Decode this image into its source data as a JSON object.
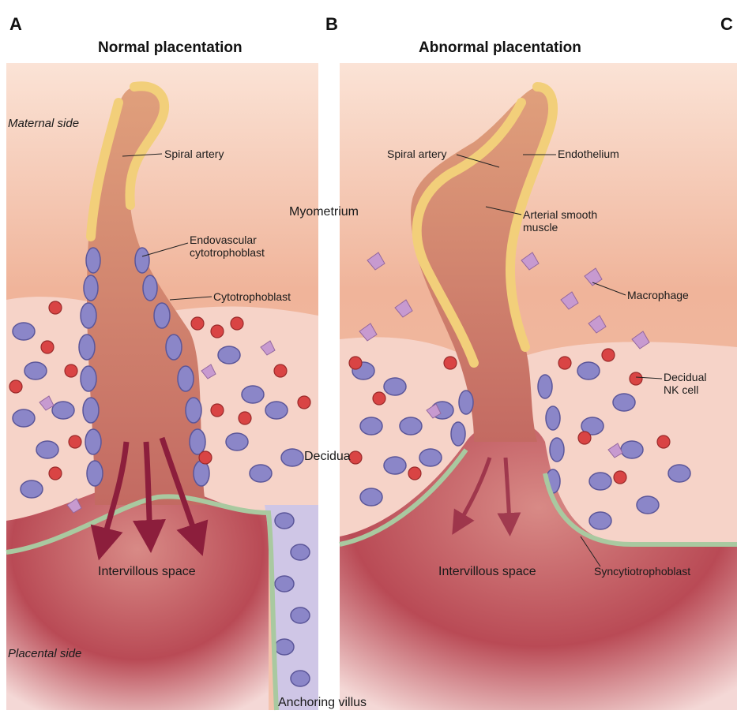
{
  "panels": [
    {
      "letter": "A",
      "title": "Normal placentation"
    },
    {
      "letter": "B",
      "title": "Abnormal placentation"
    },
    {
      "letter": "C",
      "title": ""
    }
  ],
  "labels": {
    "maternal_side": "Maternal side",
    "placental_side": "Placental side",
    "myometrium": "Myometrium",
    "decidua": "Decidua",
    "anchoring_villus": "Anchoring villus",
    "a_spiral_artery": "Spiral artery",
    "a_endovascular": "Endovascular\ncytotrophoblast",
    "a_cytotrophoblast": "Cytotrophoblast",
    "a_intervillous": "Intervillous space",
    "b_spiral_artery": "Spiral artery",
    "b_endothelium": "Endothelium",
    "b_arterial_smooth": "Arterial smooth\nmuscle",
    "b_macrophage": "Macrophage",
    "b_decidual_nk": "Decidual\nNK cell",
    "b_intervillous": "Intervillous space",
    "b_syncytio": "Syncytiotrophoblast"
  },
  "colors": {
    "myometrium": "#f0b49a",
    "decidua": "#f6d3c8",
    "intervillous": "#b94a55",
    "cytotrophoblast": "#8b86c8",
    "nk_cell": "#d94444",
    "macrophage": "#c79ad0",
    "artery_wall": "#f2cf7a",
    "syncytio": "#a9c9a0",
    "flow_arrow": "#8c1e3c"
  }
}
